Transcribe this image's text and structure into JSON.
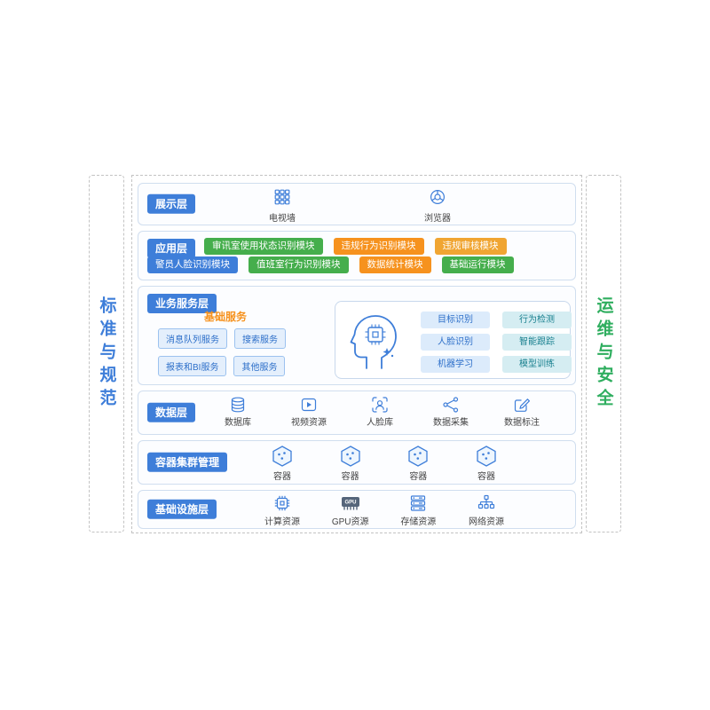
{
  "colors": {
    "badge_blue": "#3e7ed9",
    "module_green": "#45ae4c",
    "module_orange": "#f6921e",
    "module_amber": "#f0a532",
    "module_blue": "#3e7ed9",
    "services_title_orange": "#f6921e",
    "pillar_left_blue": "#3e7ed9",
    "pillar_right_green": "#2fae5f",
    "icon_blue": "#3e7ed9"
  },
  "pillars": {
    "left": {
      "label": "标准与规范",
      "color": "#3e7ed9"
    },
    "right": {
      "label": "运维与安全",
      "color": "#2fae5f"
    }
  },
  "layers": {
    "presentation": {
      "label": "展示层",
      "items": [
        {
          "label": "电视墙",
          "icon": "tv-wall-icon"
        },
        {
          "label": "浏览器",
          "icon": "browser-icon"
        }
      ]
    },
    "application": {
      "label": "应用层",
      "row1": [
        {
          "label": "审讯室使用状态识别模块",
          "color": "#45ae4c"
        },
        {
          "label": "违规行为识别模块",
          "color": "#f6921e"
        },
        {
          "label": "违规审核模块",
          "color": "#f0a532"
        }
      ],
      "row2": [
        {
          "label": "警员人脸识别模块",
          "color": "#3e7ed9"
        },
        {
          "label": "值班室行为识别模块",
          "color": "#45ae4c"
        },
        {
          "label": "数据统计模块",
          "color": "#f6921e"
        },
        {
          "label": "基础运行模块",
          "color": "#45ae4c"
        }
      ]
    },
    "business": {
      "label": "业务服务层",
      "basic_services_title": "基础服务",
      "services": [
        {
          "label": "消息队列服务"
        },
        {
          "label": "搜索服务"
        },
        {
          "label": "报表和BI服务"
        },
        {
          "label": "其他服务"
        }
      ],
      "ai_capabilities": [
        {
          "label": "目标识别"
        },
        {
          "label": "行为检测"
        },
        {
          "label": "人脸识别"
        },
        {
          "label": "智能跟踪"
        },
        {
          "label": "机器学习"
        },
        {
          "label": "模型训练"
        }
      ]
    },
    "data": {
      "label": "数据层",
      "items": [
        {
          "label": "数据库",
          "icon": "database-icon"
        },
        {
          "label": "视频资源",
          "icon": "video-icon"
        },
        {
          "label": "人脸库",
          "icon": "face-library-icon"
        },
        {
          "label": "数据采集",
          "icon": "data-collect-icon"
        },
        {
          "label": "数据标注",
          "icon": "data-annotate-icon"
        }
      ]
    },
    "container": {
      "label": "容器集群管理",
      "items": [
        {
          "label": "容器",
          "icon": "container-hexagon-icon"
        },
        {
          "label": "容器",
          "icon": "container-hexagon-icon"
        },
        {
          "label": "容器",
          "icon": "container-hexagon-icon"
        },
        {
          "label": "容器",
          "icon": "container-hexagon-icon"
        }
      ]
    },
    "infrastructure": {
      "label": "基础设施层",
      "gpu_chip_text": "GPU",
      "items": [
        {
          "label": "计算资源",
          "icon": "cpu-icon"
        },
        {
          "label": "GPU资源",
          "icon": "gpu-icon"
        },
        {
          "label": "存储资源",
          "icon": "storage-icon"
        },
        {
          "label": "网络资源",
          "icon": "network-icon"
        }
      ]
    }
  }
}
